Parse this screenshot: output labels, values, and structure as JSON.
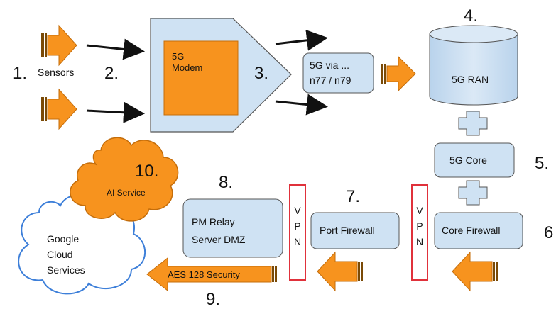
{
  "steps": {
    "s1": "1.",
    "s2": "2.",
    "s3": "3.",
    "s4": "4.",
    "s5": "5.",
    "s6": "6",
    "s7": "7.",
    "s8": "8.",
    "s9": "9.",
    "s10": "10."
  },
  "labels": {
    "sensors": "Sensors",
    "modem_line1": "5G",
    "modem_line2": "Modem",
    "band_line1": "5G via ...",
    "band_line2": "n77 / n79",
    "ran": "5G RAN",
    "core": "5G Core",
    "core_firewall": "Core Firewall",
    "port_firewall": "Port Firewall",
    "relay_line1": "PM Relay",
    "relay_line2": "Server DMZ",
    "vpn_left": [
      "V",
      "P",
      "N"
    ],
    "vpn_right": [
      "V",
      "P",
      "N"
    ],
    "ai_service": "AI Service",
    "cloud_line1": "Google",
    "cloud_line2": "Cloud",
    "cloud_line3": "Services",
    "security": "AES 128 Security"
  },
  "colors": {
    "orange": "#f7931e",
    "box_fill": "#cfe2f3",
    "box_stroke": "#555555",
    "vpn_border": "#e0313b",
    "cloud_stroke": "#3d7fd9"
  }
}
